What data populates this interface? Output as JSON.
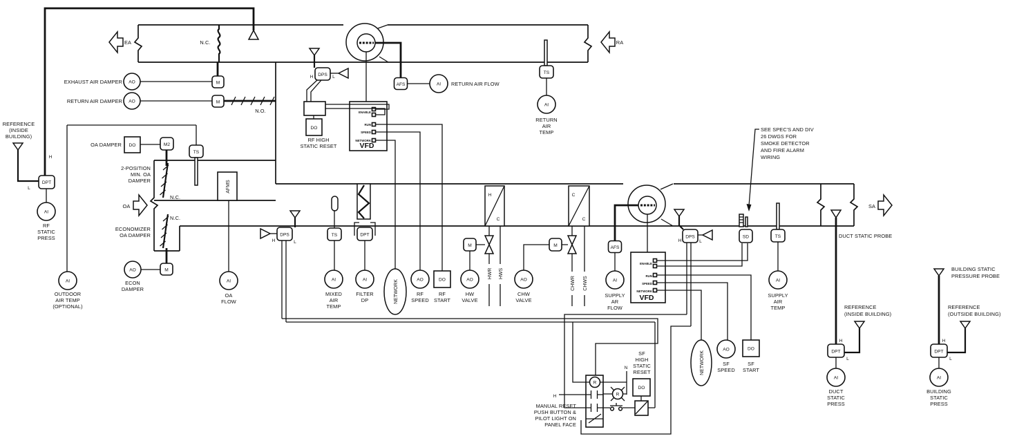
{
  "colors": {
    "ink": "#111111",
    "bg": "#ffffff"
  },
  "tags": {
    "ai": "AI",
    "ao": "AO",
    "do": "DO",
    "m": "M",
    "m2": "M2",
    "ts": "TS",
    "dpt": "DPT",
    "dps": "DPS",
    "afs": "AFS",
    "sd": "SD",
    "vfd": "VFD",
    "afms": "AFMS",
    "network": "NETWORK",
    "r": "R",
    "h": "H",
    "l": "L",
    "n": "N",
    "enable": "ENABLE",
    "run": "RUN",
    "speed": "SPEED",
    "coil_h": "H",
    "coil_c": "C"
  },
  "arrows": {
    "ea": "EA",
    "ra": "RA",
    "oa": "OA",
    "sa": "SA"
  },
  "top_left": {
    "reference": [
      "REFERENCE",
      "(INSIDE",
      "BUILDING)"
    ],
    "rf_static_press": [
      "RF",
      "STATIC",
      "PRESS"
    ]
  },
  "exhaust_section": {
    "exhaust_air_damper": "EXHAUST AIR DAMPER",
    "return_air_damper": "RETURN AIR DAMPER",
    "nc": "N.C.",
    "no": "N.O."
  },
  "oa_section": {
    "oa_damper": "OA DAMPER",
    "two_position": [
      "2-POSITION",
      "MIN. OA",
      "DAMPER"
    ],
    "nc_top": "N.C.",
    "nc_bottom": "N.C.",
    "economizer": [
      "ECONOMIZER",
      "OA DAMPER"
    ],
    "econ_damper": [
      "ECON",
      "DAMPER"
    ],
    "outdoor_air_temp": [
      "OUTDOOR",
      "AIR TEMP",
      "(OPTIONAL)"
    ],
    "oa_flow": [
      "OA",
      "FLOW"
    ]
  },
  "return_fan": {
    "rf_high_static_reset": [
      "RF HIGH",
      "STATIC RESET"
    ],
    "return_air_flow": "RETURN AIR FLOW",
    "return_air_temp": [
      "RETURN",
      "AIR",
      "TEMP"
    ]
  },
  "filter_section": {
    "mixed_air_temp": [
      "MIXED",
      "AIR",
      "TEMP"
    ],
    "filter_dp": [
      "FILTER",
      "DP"
    ],
    "rf_speed": [
      "RF",
      "SPEED"
    ],
    "rf_start": [
      "RF",
      "START"
    ]
  },
  "coils": {
    "hw_valve": [
      "HW",
      "VALVE"
    ],
    "chw_valve": [
      "CHW",
      "VALVE"
    ],
    "hwr": "HWR",
    "hws": "HWS",
    "chwr": "CHWR",
    "chws": "CHWS"
  },
  "supply_fan": {
    "supply_air_flow": [
      "SUPPLY",
      "AR",
      "FLOW"
    ],
    "supply_air_temp": [
      "SUPPLY",
      "AIR",
      "TEMP"
    ],
    "smoke_note": [
      "SEE SPEC'S AND DIV",
      "26 DWGS FOR",
      "SMOKE DETECTOR",
      "AND FIRE ALARM",
      "WIRING"
    ],
    "duct_static_probe": "DUCT STATIC PROBE"
  },
  "bottom_circuit": {
    "sf_high_static_reset": [
      "SF",
      "HIGH",
      "STATIC",
      "RESET"
    ],
    "sf_speed": [
      "SF",
      "SPEED"
    ],
    "sf_start": [
      "SF",
      "START"
    ],
    "manual_reset": [
      "MANUAL RESET",
      "PUSH BUTTON &",
      "PILOT LIGHT ON",
      "PANEL FACE"
    ]
  },
  "duct_static": {
    "reference": [
      "REFERENCE",
      "(INSIDE BUILDING)"
    ],
    "press": [
      "DUCT",
      "STATIC",
      "PRESS"
    ]
  },
  "building_static": {
    "probe": [
      "BUILDING STATIC",
      "PRESSURE PROBE"
    ],
    "reference": [
      "REFERENCE",
      "(OUTSIDE BUILDING)"
    ],
    "press": [
      "BUILDING",
      "STATIC",
      "PRESS"
    ]
  }
}
